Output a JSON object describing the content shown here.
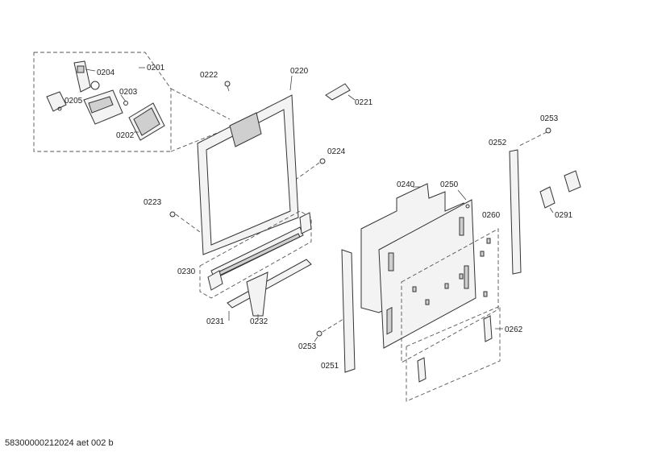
{
  "labels": {
    "l0201": "0201",
    "l0202": "0202",
    "l0203": "0203",
    "l0204": "0204",
    "l0205": "0205",
    "l0220": "0220",
    "l0221": "0221",
    "l0222": "0222",
    "l0223": "0223",
    "l0224": "0224",
    "l0230": "0230",
    "l0231": "0231",
    "l0232": "0232",
    "l0240": "0240",
    "l0250": "0250",
    "l0251": "0251",
    "l0252": "0252",
    "l0253a": "0253",
    "l0253b": "0253",
    "l0260": "0260",
    "l0262": "0262",
    "l0291": "0291"
  },
  "footer": "58300000212024 aet 002 b"
}
